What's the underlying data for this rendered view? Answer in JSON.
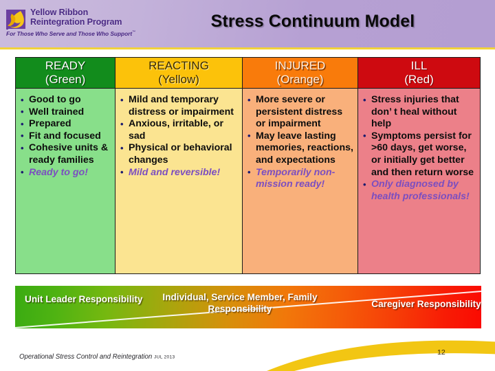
{
  "header": {
    "logo": {
      "icon": "yellow-ribbon-logo",
      "line1": "Yellow Ribbon",
      "line2": "Reintegration Program",
      "tagline": "For Those Who Serve and Those Who Support",
      "tagline_mark": "™"
    },
    "title": "Stress Continuum Model",
    "accent_color": "#f2d33a",
    "background_color": "#bfaed8"
  },
  "matrix": {
    "columns": [
      {
        "name": "READY",
        "color_word": "(Green)",
        "header_bg": "#128c1c",
        "body_bg": "#88df8a",
        "items": [
          {
            "text": "Good to go",
            "accent": false
          },
          {
            "text": "Well trained",
            "accent": false
          },
          {
            "text": "Prepared",
            "accent": false
          },
          {
            "text": "Fit and focused",
            "accent": false
          },
          {
            "text": "Cohesive units & ready families",
            "accent": false
          },
          {
            "text": "Ready to go!",
            "accent": true
          }
        ]
      },
      {
        "name": "REACTING",
        "color_word": "(Yellow)",
        "header_bg": "#fcc20a",
        "body_bg": "#fbe491",
        "items": [
          {
            "text": "Mild and temporary distress or impairment",
            "accent": false
          },
          {
            "text": "Anxious, irritable, or sad",
            "accent": false
          },
          {
            "text": "Physical or behavioral changes",
            "accent": false
          },
          {
            "text": "Mild and reversible!",
            "accent": true
          }
        ]
      },
      {
        "name": "INJURED",
        "color_word": "(Orange)",
        "header_bg": "#f97b0b",
        "body_bg": "#f9b07b",
        "items": [
          {
            "text": "More severe or persistent distress or impairment",
            "accent": false
          },
          {
            "text": "May leave lasting memories, reactions, and expectations",
            "accent": false
          },
          {
            "text": "Temporarily non-mission ready!",
            "accent": true
          }
        ]
      },
      {
        "name": "ILL",
        "color_word": "(Red)",
        "header_bg": "#ce0a10",
        "body_bg": "#ec8089",
        "items": [
          {
            "text": "Stress injuries that don’ t heal without help",
            "accent": false
          },
          {
            "text": "Symptoms persist for >60 days, get worse, or initially get better and then return worse",
            "accent": false
          },
          {
            "text": "Only diagnosed by health professionals!",
            "accent": true
          }
        ]
      }
    ]
  },
  "responsibility_bar": {
    "left_label": "Unit Leader Responsibility",
    "center_label": "Individual, Service Member, Family Responsibility",
    "right_label": "Caregiver Responsibility",
    "gradient_from": "#3aab12",
    "gradient_to": "#fa0a02"
  },
  "footer": {
    "source": "Operational Stress Control and Reintegration",
    "date": "JUL 2013",
    "page_number": "12",
    "swoosh_color": "#f2c613"
  }
}
